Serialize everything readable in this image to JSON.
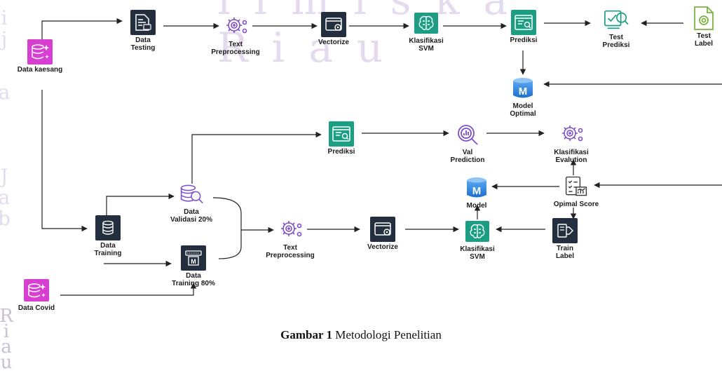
{
  "watermark": {
    "top_text": "ilmiska Riau",
    "left_chars": [
      "i",
      "j",
      "a",
      "J",
      "a",
      "b"
    ],
    "left_bottom": [
      "R",
      "i",
      "a",
      "u"
    ]
  },
  "nodes": {
    "data_kaesang": {
      "label": [
        "Data kaesang"
      ],
      "icon": "database-sparkle-icon"
    },
    "data_testing": {
      "label": [
        "Data",
        "Testing"
      ],
      "icon": "data-file-icon"
    },
    "text_preprocessing_top": {
      "label": [
        "Text",
        "Preprocessing"
      ],
      "icon": "gear-plus-icon"
    },
    "vectorize_top": {
      "label": [
        "Vectorize"
      ],
      "icon": "vector-window-icon"
    },
    "svm_top": {
      "label": [
        "Klasifikasi",
        "SVM"
      ],
      "icon": "brain-icon"
    },
    "prediksi_top": {
      "label": [
        "Prediksi"
      ],
      "icon": "browser-search-icon"
    },
    "test_prediksi": {
      "label": [
        "Test",
        "Prediksi"
      ],
      "icon": "checkmark-magnifier-icon"
    },
    "test_label": {
      "label": [
        "Test",
        "Label"
      ],
      "icon": "document-gear-icon"
    },
    "model_optimal": {
      "label": [
        "Model",
        "Optimal"
      ],
      "icon": "model-m-icon"
    },
    "prediksi_mid": {
      "label": [
        "Prediksi"
      ],
      "icon": "browser-search-icon"
    },
    "val_prediction": {
      "label": [
        "Val",
        "Prediction"
      ],
      "icon": "chart-magnifier-icon"
    },
    "klasifikasi_evaluation": {
      "label": [
        "Klasifikasi",
        "Evalution"
      ],
      "icon": "gear-plus-icon"
    },
    "data_validasi": {
      "label": [
        "Data",
        "Validasi 20%"
      ],
      "icon": "database-magnifier-icon"
    },
    "model_mid": {
      "label": [
        "Model"
      ],
      "icon": "model-m-icon"
    },
    "optimal_score": {
      "label": [
        "Opimal Score"
      ],
      "icon": "checklist-chart-icon"
    },
    "data_training": {
      "label": [
        "Data",
        "Training"
      ],
      "icon": "database-icon"
    },
    "text_preprocessing_bottom": {
      "label": [
        "Text",
        "Preprocessing"
      ],
      "icon": "gear-plus-icon"
    },
    "vectorize_bottom": {
      "label": [
        "Vectorize"
      ],
      "icon": "vector-window-icon"
    },
    "svm_bottom": {
      "label": [
        "Klasifikasi",
        "SVM"
      ],
      "icon": "brain-icon"
    },
    "train_label": {
      "label": [
        "Train",
        "Label"
      ],
      "icon": "label-tag-icon"
    },
    "data_training_80": {
      "label": [
        "Data",
        "Training 80%"
      ],
      "icon": "training-m-icon"
    },
    "data_covid": {
      "label": [
        "Data Covid"
      ],
      "icon": "database-sparkle-icon"
    }
  },
  "caption": {
    "bold": "Gambar 1",
    "text": " Metodologi Penelitian"
  },
  "colors": {
    "magenta": "#d63fd0",
    "teal": "#1b9e84",
    "dark": "#232f3e",
    "blue": "#1e6fd0",
    "purple": "#7c4dcc",
    "arrow": "#222222"
  }
}
